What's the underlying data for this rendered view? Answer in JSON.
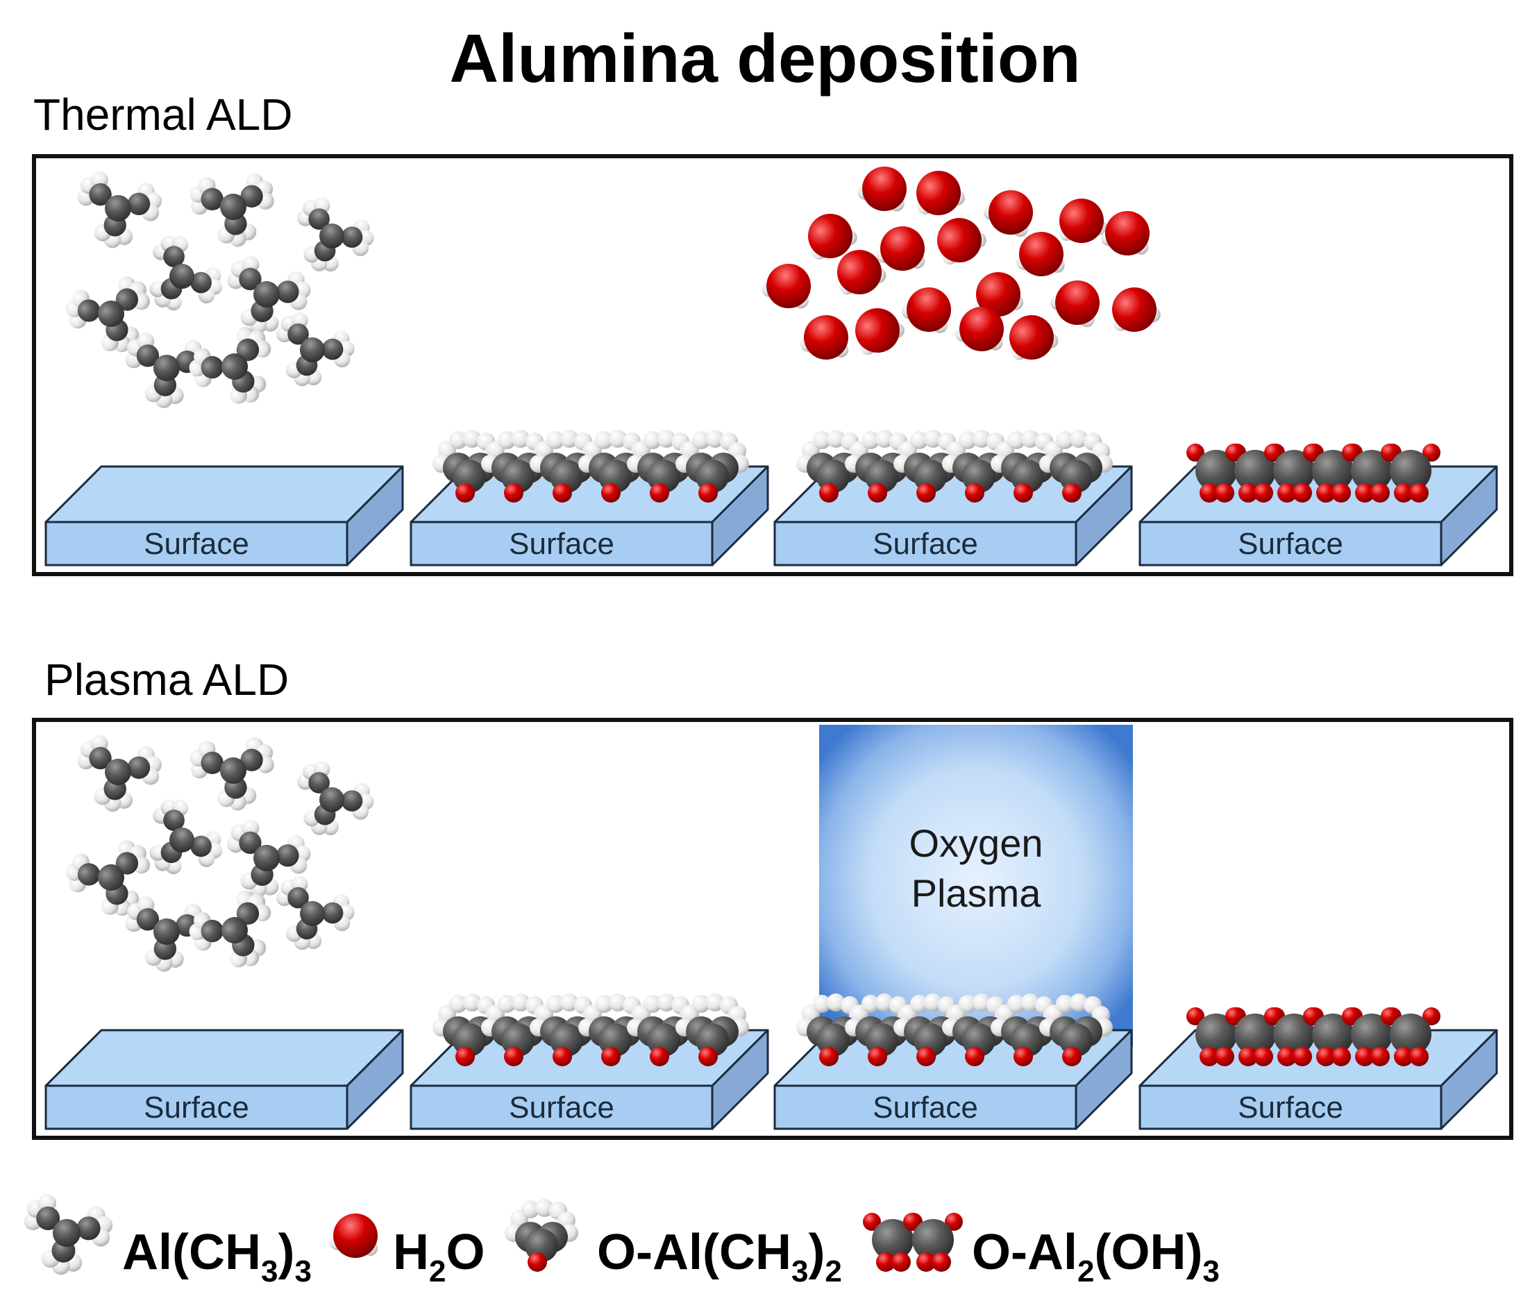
{
  "title": "Alumina deposition",
  "sections": [
    {
      "label": "Thermal ALD",
      "steps": [
        {
          "surface_label": "Surface",
          "gas": "Al(CH3)3",
          "layer": "none"
        },
        {
          "surface_label": "Surface",
          "gas": "none",
          "layer": "O-Al(CH3)2"
        },
        {
          "surface_label": "Surface",
          "gas": "H2O",
          "layer": "O-Al(CH3)2"
        },
        {
          "surface_label": "Surface",
          "gas": "none",
          "layer": "O-Al2(OH)3"
        }
      ]
    },
    {
      "label": "Plasma ALD",
      "steps": [
        {
          "surface_label": "Surface",
          "gas": "Al(CH3)3",
          "layer": "none"
        },
        {
          "surface_label": "Surface",
          "gas": "none",
          "layer": "O-Al(CH3)2"
        },
        {
          "surface_label": "Surface",
          "gas": "Oxygen Plasma",
          "layer": "O-Al(CH3)2"
        },
        {
          "surface_label": "Surface",
          "gas": "none",
          "layer": "O-Al2(OH)3"
        }
      ]
    }
  ],
  "plasma": {
    "line1": "Oxygen",
    "line2": "Plasma"
  },
  "legend": [
    {
      "icon": "trimethylaluminum-molecule-icon",
      "main": "Al(CH",
      "sub1": "3",
      "mid": ")",
      "sub2": "3"
    },
    {
      "icon": "water-molecule-icon",
      "main": "H",
      "sub1": "2",
      "mid": "O",
      "sub2": ""
    },
    {
      "icon": "o-al-ch3-2-group-icon",
      "main": "O-Al(CH",
      "sub1": "3",
      "mid": ")",
      "sub2": "2"
    },
    {
      "icon": "o-al2-oh3-group-icon",
      "main": "O-Al",
      "sub1": "2",
      "mid": "(OH)",
      "sub2": "3"
    }
  ],
  "colors": {
    "surface_top": "#b7d7f7",
    "surface_front": "#a8cdf2",
    "surface_side": "#86a9d6",
    "surface_edge": "#1a2b40",
    "carbon": "#555555",
    "hydrogen": "#f2f2f2",
    "oxygen": "#cc0000",
    "plasma_center": "#e4f0fd",
    "plasma_mid": "#b9d7f6",
    "plasma_edge": "#3f7ad0"
  }
}
